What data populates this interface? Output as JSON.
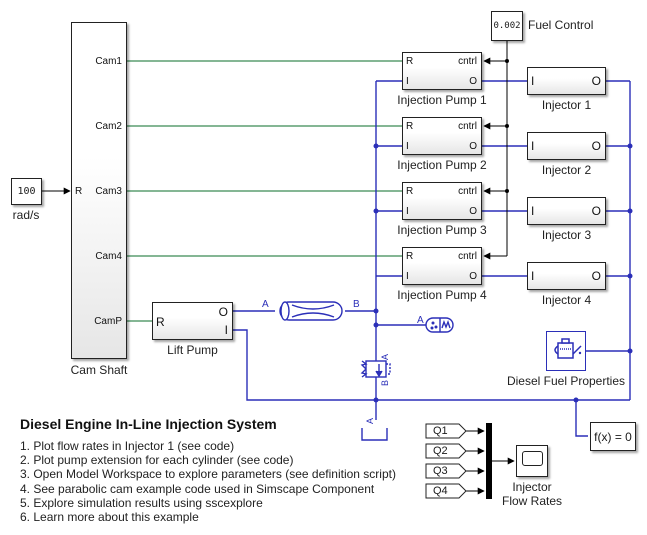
{
  "colors": {
    "mechanical_line": "#3a8a55",
    "hydraulic_line": "#2b2fb8",
    "signal_line": "#000000",
    "block_border": "#222222"
  },
  "cam_shaft": {
    "label": "Cam Shaft",
    "input_port": "R",
    "output_ports": [
      "Cam1",
      "Cam2",
      "Cam3",
      "Cam4",
      "CamP"
    ]
  },
  "speed_source": {
    "value": "100",
    "label": "rad/s"
  },
  "fuel_control": {
    "value": "0.002",
    "label": "Fuel Control"
  },
  "injection_pumps": [
    {
      "label": "Injection Pump 1",
      "ports": {
        "r": "R",
        "i": "I",
        "cntrl": "cntrl",
        "o": "O"
      }
    },
    {
      "label": "Injection Pump 2",
      "ports": {
        "r": "R",
        "i": "I",
        "cntrl": "cntrl",
        "o": "O"
      }
    },
    {
      "label": "Injection Pump 3",
      "ports": {
        "r": "R",
        "i": "I",
        "cntrl": "cntrl",
        "o": "O"
      }
    },
    {
      "label": "Injection Pump 4",
      "ports": {
        "r": "R",
        "i": "I",
        "cntrl": "cntrl",
        "o": "O"
      }
    }
  ],
  "injectors": [
    {
      "label": "Injector 1",
      "ports": {
        "i": "I",
        "o": "O"
      }
    },
    {
      "label": "Injector 2",
      "ports": {
        "i": "I",
        "o": "O"
      }
    },
    {
      "label": "Injector 3",
      "ports": {
        "i": "I",
        "o": "O"
      }
    },
    {
      "label": "Injector 4",
      "ports": {
        "i": "I",
        "o": "O"
      }
    }
  ],
  "lift_pump": {
    "label": "Lift Pump",
    "ports": {
      "r": "R",
      "o": "O",
      "i": "I"
    }
  },
  "pipe": {
    "port_a": "A",
    "port_b": "B"
  },
  "accumulator": {
    "port_a": "A"
  },
  "relief_valve": {
    "port_a": "A",
    "port_b": "B"
  },
  "reservoir": {
    "port_a": "A"
  },
  "fluid_properties": {
    "label": "Diesel Fuel Properties"
  },
  "solver_config": {
    "label": "f(x) = 0"
  },
  "goto_tags": [
    "Q1",
    "Q2",
    "Q3",
    "Q4"
  ],
  "scope": {
    "label_line1": "Injector",
    "label_line2": "Flow Rates"
  },
  "annotation": {
    "title": "Diesel Engine In-Line Injection System",
    "items": [
      "1. Plot flow rates in Injector 1 (see code)",
      "2. Plot pump extension for each cylinder (see code)",
      "3. Open Model Workspace to explore parameters (see definition script)",
      "4. See parabolic cam example code used in Simscape Component",
      "5. Explore simulation results using sscexplore",
      "6. Learn more about this example"
    ]
  }
}
